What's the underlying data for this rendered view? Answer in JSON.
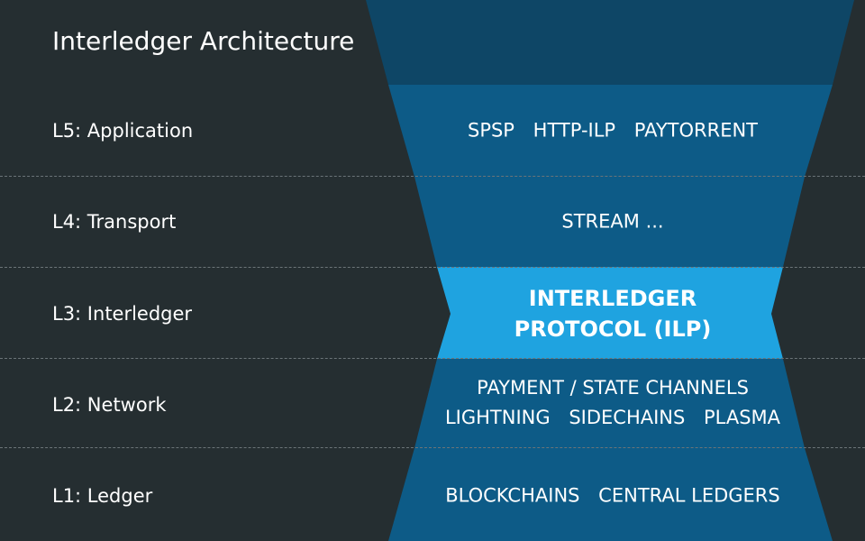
{
  "title": "Interledger Architecture",
  "colors": {
    "background": "#252e31",
    "band_dark": "#0e4666",
    "band_mid": "#0d5b87",
    "band_highlight": "#1fa3e0"
  },
  "layers": [
    {
      "label": "L5: Application",
      "lines": [
        [
          "SPSP",
          "HTTP-ILP",
          "PAYTORRENT"
        ]
      ]
    },
    {
      "label": "L4: Transport",
      "lines": [
        [
          "STREAM ..."
        ]
      ]
    },
    {
      "label": "L3: Interledger",
      "lines": [
        [
          "INTERLEDGER"
        ],
        [
          "PROTOCOL (ILP)"
        ]
      ],
      "highlight": true
    },
    {
      "label": "L2: Network",
      "lines": [
        [
          "PAYMENT / STATE CHANNELS"
        ],
        [
          "LIGHTNING",
          "SIDECHAINS",
          "PLASMA"
        ]
      ]
    },
    {
      "label": "L1: Ledger",
      "lines": [
        [
          "BLOCKCHAINS",
          "CENTRAL LEDGERS"
        ]
      ]
    }
  ]
}
